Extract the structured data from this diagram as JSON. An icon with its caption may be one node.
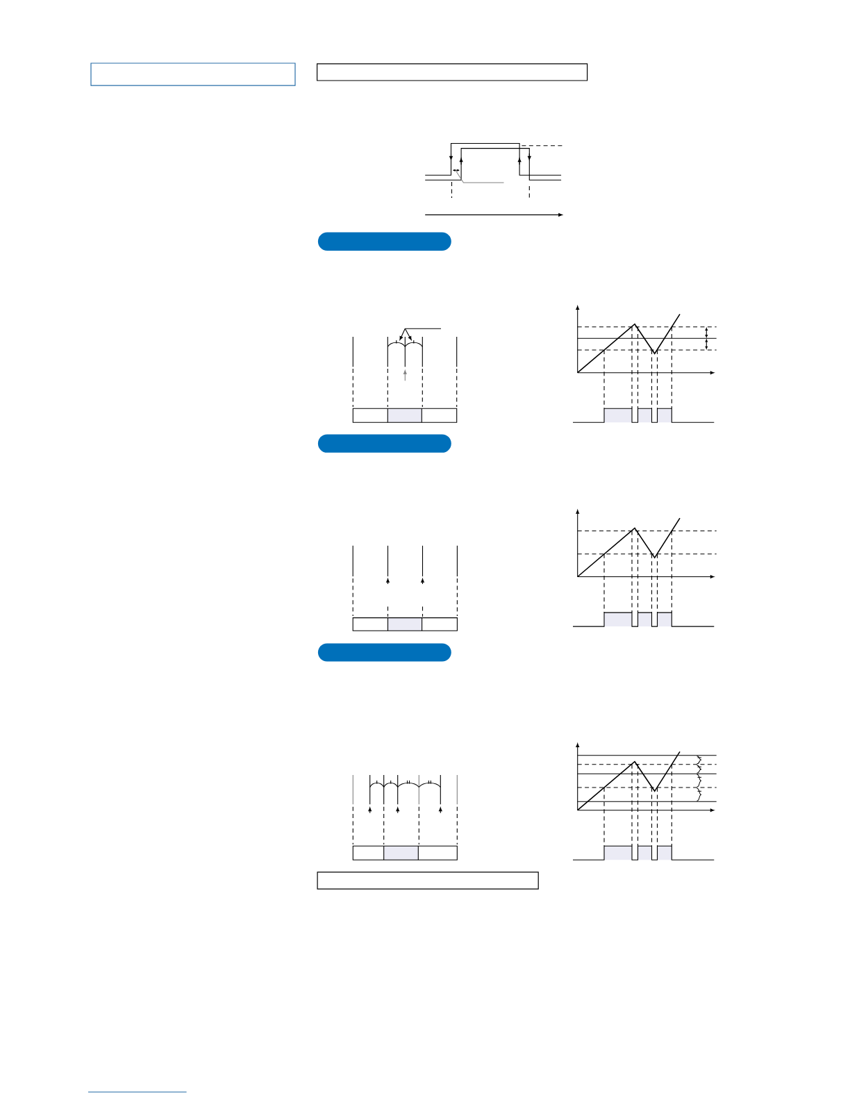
{
  "diagram": {
    "nodes": [
      {
        "text": [],
        "shape": "box"
      },
      {
        "text": [],
        "shape": "box"
      },
      {
        "text": [],
        "shape": "bar"
      },
      {
        "text": [],
        "shape": "bar"
      },
      {
        "text": [],
        "shape": "bar"
      },
      {
        "text": [],
        "shape": "box"
      }
    ]
  }
}
